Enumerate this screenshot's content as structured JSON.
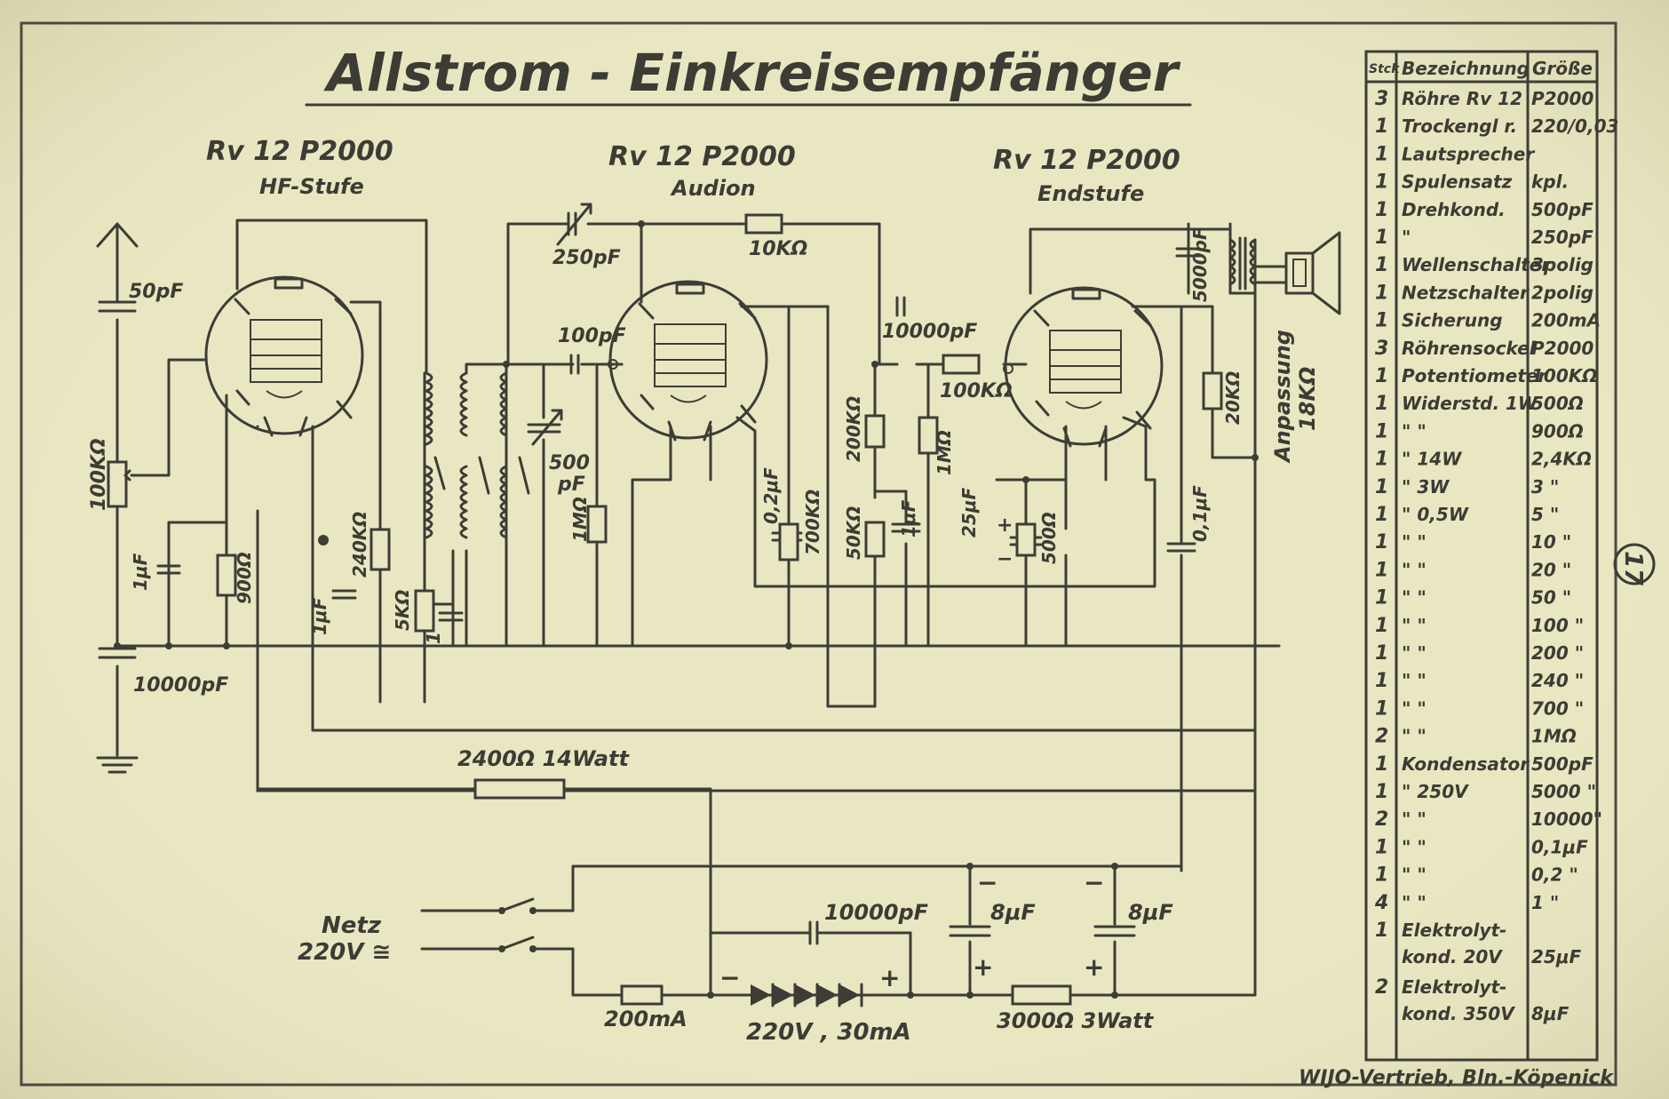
{
  "title": "Allstrom - Einkreisempfänger",
  "tubes": [
    {
      "type": "Rv 12 P2000",
      "role": "HF-Stufe"
    },
    {
      "type": "Rv 12 P2000",
      "role": "Audion"
    },
    {
      "type": "Rv 12 P2000",
      "role": "Endstufe"
    }
  ],
  "component_labels": {
    "antenna_cap": "50pF",
    "pot": "100KΩ",
    "c_1uf_a": "1μF",
    "r_900": "900Ω",
    "c_1uf_b": "1μF",
    "r_240k": "240KΩ",
    "r_5k": "5KΩ",
    "c_1_small": "1",
    "c_10000_ground": "10000pF",
    "trim_250": "250pF",
    "r_10k": "10KΩ",
    "c_100pf": "100pF",
    "c_500pf_top": "500",
    "c_500pf_bottom": "pF",
    "r_1m_a": "1MΩ",
    "c_02uf": "0,2μF",
    "r_700k": "700KΩ",
    "r_200k": "200KΩ",
    "r_50k": "50KΩ",
    "c_1uf_c": "1μF",
    "c_10000pf_coupling": "10000pF",
    "r_100k": "100KΩ",
    "r_1m_b": "1MΩ",
    "c_25uf": "25μF",
    "r_500": "500Ω",
    "c_01uf": "0,1μF",
    "c_5000pf": "5000pF",
    "r_20k": "20KΩ",
    "anpassung_1": "Anpassung",
    "anpassung_2": "18KΩ",
    "r_2400": "2400Ω 14Watt",
    "netz_1": "Netz",
    "netz_2": "220V ≅",
    "fuse": "200mA",
    "c_10000pf_supply": "10000pF",
    "rectifier": "220V , 30mA",
    "c_8uf_a": "8μF",
    "c_8uf_b": "8μF",
    "r_3000": "3000Ω 3Watt",
    "plus": "+",
    "minus": "−"
  },
  "parts_table": {
    "headers": [
      "Stck",
      "Bezeichnung",
      "Größe"
    ],
    "rows": [
      [
        "3",
        "Röhre Rv 12",
        "P2000"
      ],
      [
        "1",
        "Trockengl r.",
        "220/0,03"
      ],
      [
        "1",
        "Lautsprecher",
        ""
      ],
      [
        "1",
        "Spulensatz",
        "kpl."
      ],
      [
        "1",
        "Drehkond.",
        "500pF"
      ],
      [
        "1",
        "\"",
        "250pF"
      ],
      [
        "1",
        "Wellenschalter",
        "3polig"
      ],
      [
        "1",
        "Netzschalter",
        "2polig"
      ],
      [
        "1",
        "Sicherung",
        "200mA"
      ],
      [
        "3",
        "Röhrensockel",
        "P2000"
      ],
      [
        "1",
        "Potentiometer",
        "100KΩ"
      ],
      [
        "1",
        "Widerstd. 1W",
        "500Ω"
      ],
      [
        "1",
        "\"     \"",
        "900Ω"
      ],
      [
        "1",
        "\"   14W",
        "2,4KΩ"
      ],
      [
        "1",
        "\"    3W",
        "3  \""
      ],
      [
        "1",
        "\"  0,5W",
        "5  \""
      ],
      [
        "1",
        "\"     \"",
        "10  \""
      ],
      [
        "1",
        "\"     \"",
        "20  \""
      ],
      [
        "1",
        "\"     \"",
        "50  \""
      ],
      [
        "1",
        "\"     \"",
        "100 \""
      ],
      [
        "1",
        "\"     \"",
        "200 \""
      ],
      [
        "1",
        "\"     \"",
        "240 \""
      ],
      [
        "1",
        "\"     \"",
        "700 \""
      ],
      [
        "2",
        "\"     \"",
        "1MΩ"
      ],
      [
        "1",
        "Kondensator",
        "500pF"
      ],
      [
        "1",
        "\"   250V",
        "5000 \""
      ],
      [
        "2",
        "\"     \"",
        "10000\""
      ],
      [
        "1",
        "\"     \"",
        "0,1μF"
      ],
      [
        "1",
        "\"     \"",
        "0,2 \""
      ],
      [
        "4",
        "\"     \"",
        "1  \""
      ],
      [
        "1",
        "Elektrolyt-\nkond. 20V",
        "25μF"
      ],
      [
        "2",
        "Elektrolyt-\nkond. 350V",
        "8μF"
      ]
    ]
  },
  "page_number": "17",
  "footer": "WIJO-Vertrieb, Bln.-Köpenick"
}
